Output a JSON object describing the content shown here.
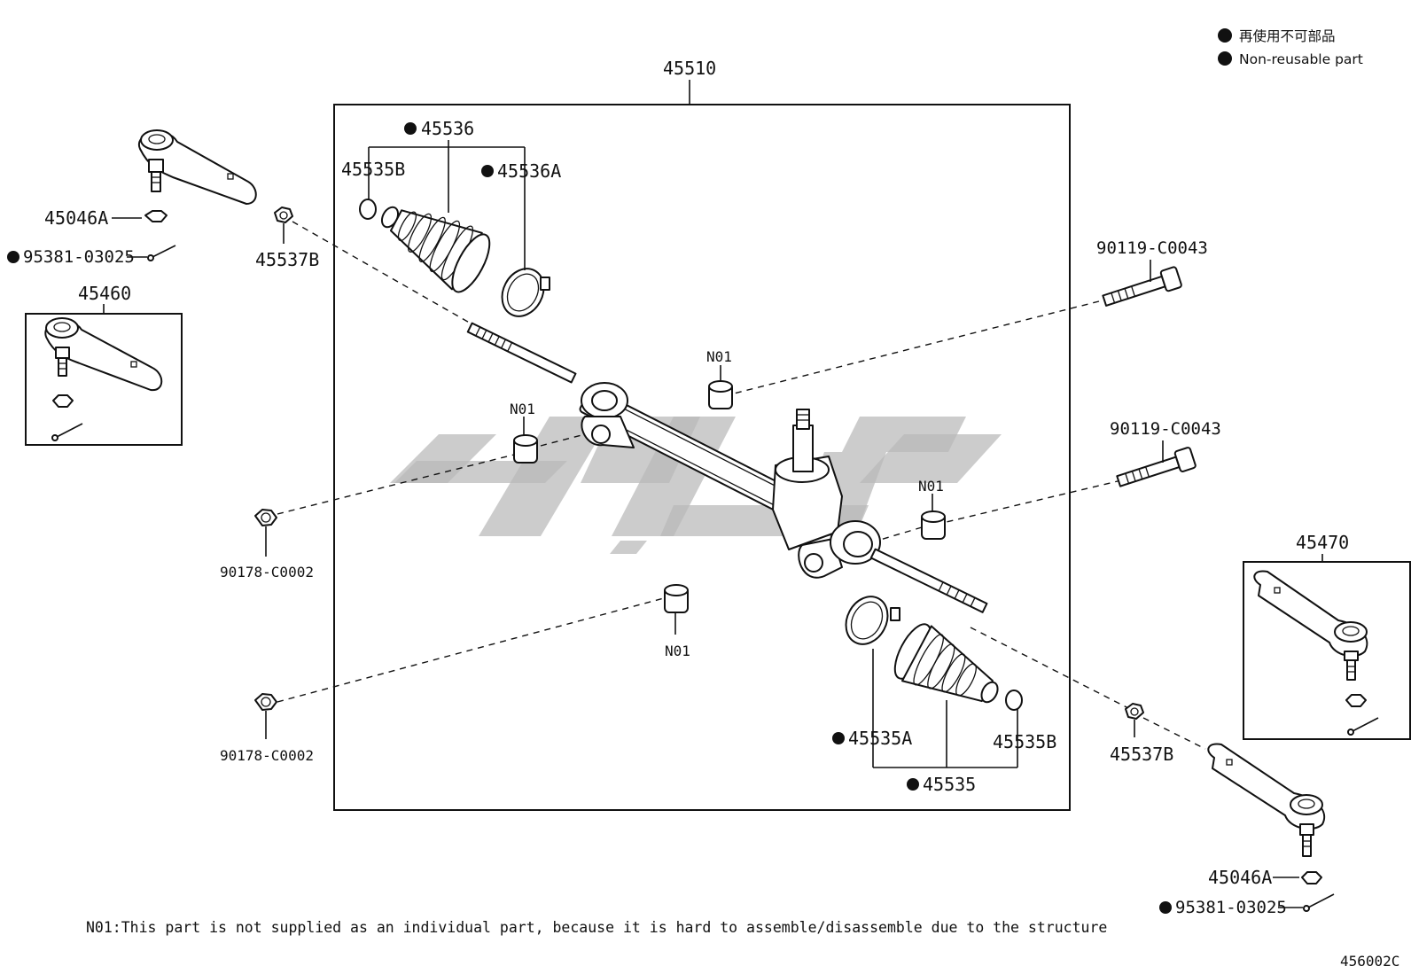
{
  "legend": {
    "line1": "再使用不可部品",
    "line2": "Non-reusable part"
  },
  "labels": {
    "gear_assembly": "45510",
    "boot_upper": "45536",
    "clip_upper_b": "45535B",
    "clamp_upper_a": "45536A",
    "nut_left": "45046A",
    "cotter_left": "95381-03025",
    "bushing_left": "45537B",
    "tie_rod_end_left": "45460",
    "bolt_upper": "90119-C0043",
    "bolt_lower": "90119-C0043",
    "n01_a": "N01",
    "n01_b": "N01",
    "n01_c": "N01",
    "n01_d": "N01",
    "nut_lower_1": "90178-C0002",
    "nut_lower_2": "90178-C0002",
    "tie_rod_end_right": "45470",
    "clamp_lower_a": "45535A",
    "clip_lower_b": "45535B",
    "boot_lower": "45535",
    "bushing_right": "45537B",
    "nut_right": "45046A",
    "cotter_right": "95381-03025"
  },
  "note": "N01:This part is not supplied as an individual part, because it is hard to assemble/disassemble due to the structure",
  "figure_code": "456002C",
  "colors": {
    "line": "#111111",
    "watermark": "#b9b9b9",
    "background": "#ffffff"
  }
}
